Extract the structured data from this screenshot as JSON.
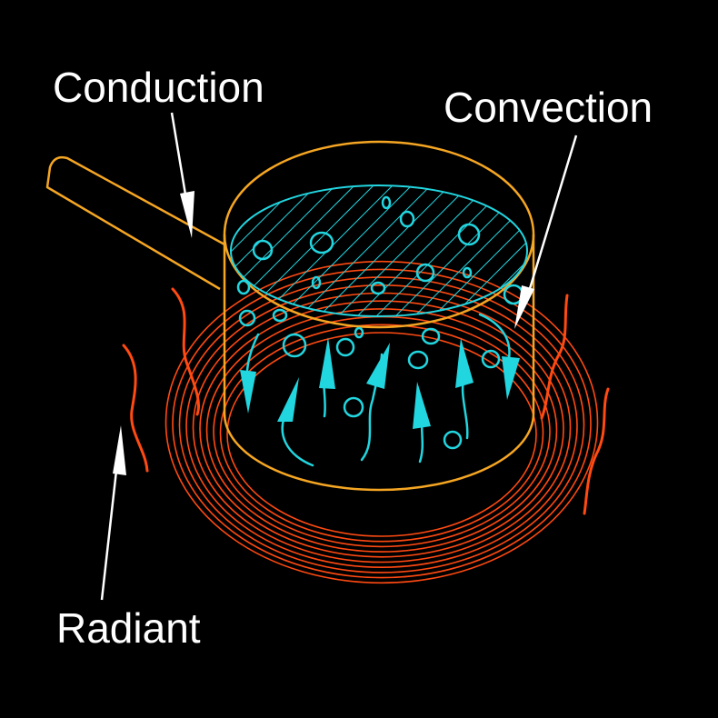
{
  "labels": {
    "conduction": "Conduction",
    "convection": "Convection",
    "radiant": "Radiant"
  },
  "colors": {
    "background": "#000000",
    "pan": "#f5a623",
    "water": "#22d6e0",
    "heat": "#ff4a12",
    "pointer": "#ffffff"
  }
}
